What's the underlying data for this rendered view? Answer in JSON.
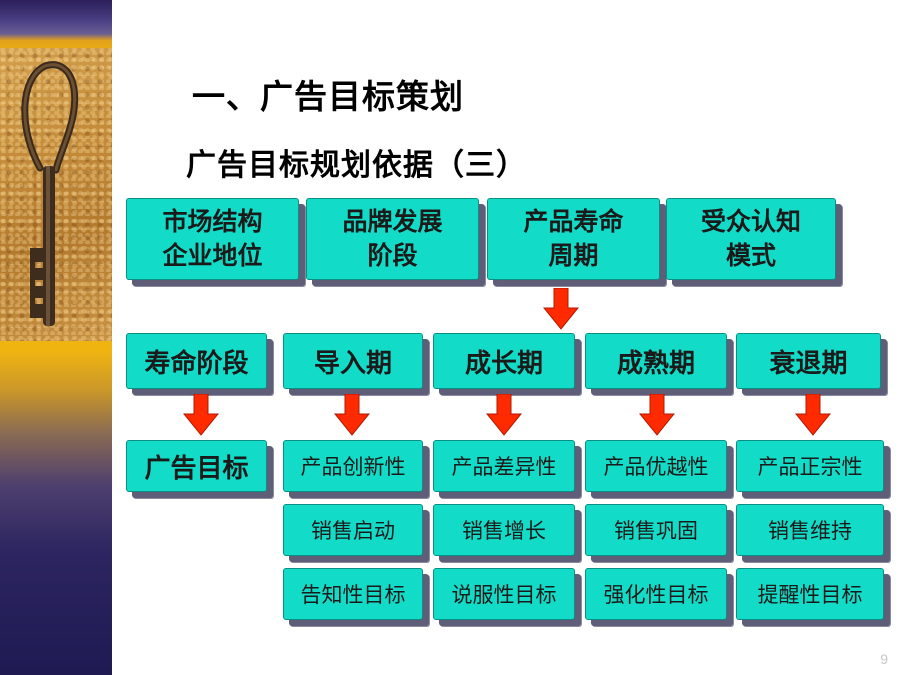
{
  "title": "一、广告目标策划",
  "subtitle": "广告目标规划依据（三）",
  "basis": [
    {
      "line1": "市场结构",
      "line2": "企业地位"
    },
    {
      "line1": "品牌发展",
      "line2": "阶段"
    },
    {
      "line1": "产品寿命",
      "line2": "周期"
    },
    {
      "line1": "受众认知",
      "line2": "模式"
    }
  ],
  "lifecycle_label": "寿命阶段",
  "stages": [
    "导入期",
    "成长期",
    "成熟期",
    "衰退期"
  ],
  "goal_label": "广告目标",
  "goal_rows": [
    [
      "产品创新性",
      "产品差异性",
      "产品优越性",
      "产品正宗性"
    ],
    [
      "销售启动",
      "销售增长",
      "销售巩固",
      "销售维持"
    ],
    [
      "告知性目标",
      "说服性目标",
      "强化性目标",
      "提醒性目标"
    ]
  ],
  "page_number": "9",
  "colors": {
    "box_fill": "#12dcc8",
    "box_shadow": "#5e5e78",
    "arrow": "#ff2a00"
  }
}
